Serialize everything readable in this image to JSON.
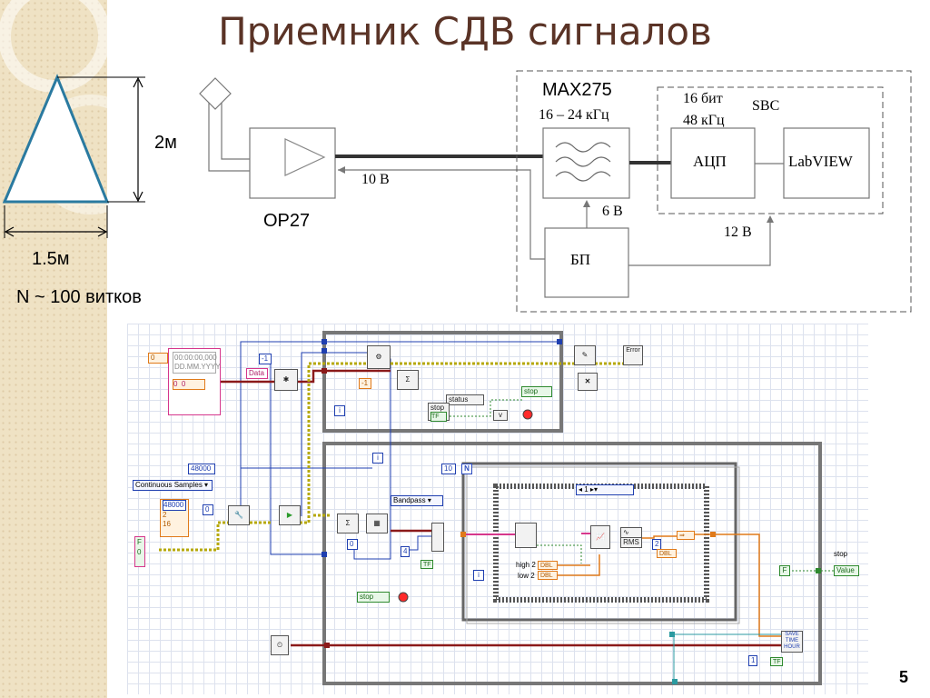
{
  "slide": {
    "title": "Приемник СДВ сигналов",
    "page_number": "5"
  },
  "antenna": {
    "height_label": "2м",
    "width_label": "1.5м",
    "turns_label": "N ~ 100 витков"
  },
  "schematic": {
    "amp_label": "OP27",
    "filter_label": "MAX275",
    "filter_range": "16 – 24 кГц",
    "adc_spec_bits": "16 бит",
    "adc_spec_rate": "48 кГц",
    "sbc_label": "SBC",
    "adc_label": "АЦП",
    "labview_label": "LabVIEW",
    "psu_label": "БП",
    "amp_voltage": "10 В",
    "filter_voltage": "6 В",
    "sbc_voltage": "12 В"
  },
  "block_diagram": {
    "const_zero_top": "0",
    "timestamp_text": "00:00:00,000",
    "date_text": "DD.MM.YYYY",
    "ts_zero_1": "0",
    "ts_zero_2": "0",
    "minus_one_top": "-1",
    "data_label": "Data",
    "minus_one_mid": "-1",
    "status_label": "status",
    "stop_label_top": "stop",
    "stop_label_btn": "stop",
    "tf_label": "TF",
    "i_top": "i",
    "sample_rate": "48000",
    "sample_mode": "Continuous Samples",
    "cluster_rate": "48000",
    "cluster_val2": "2",
    "cluster_val3": "16",
    "zero_mid": "0",
    "zero_low": "0",
    "f_label": "F",
    "f_zero": "0",
    "i_loop": "i",
    "ten": "10",
    "n_label": "N",
    "bandpass": "Bandpass",
    "case_selector": "1",
    "four": "4",
    "tf_small": "TF",
    "high2": "high 2",
    "low2": "low 2",
    "dbl": "DBL",
    "rms": "RMS",
    "two": "2",
    "i_inner": "i",
    "stop_loop": "stop",
    "stop_out": "stop",
    "value_label": "Value",
    "f_out": "F",
    "save_text": "SAVE",
    "time_text": "TIME",
    "hour_text": "HOUR",
    "one": "1",
    "tf_bottom": "TF",
    "error_label": "Error"
  },
  "colors": {
    "title": "#5a3326",
    "wire_blue": "#1f3fb0",
    "wire_orange": "#e07a1a",
    "wire_pink": "#d6378c",
    "wire_green": "#2f8a2f",
    "wire_dark_red": "#8b1a1a"
  }
}
